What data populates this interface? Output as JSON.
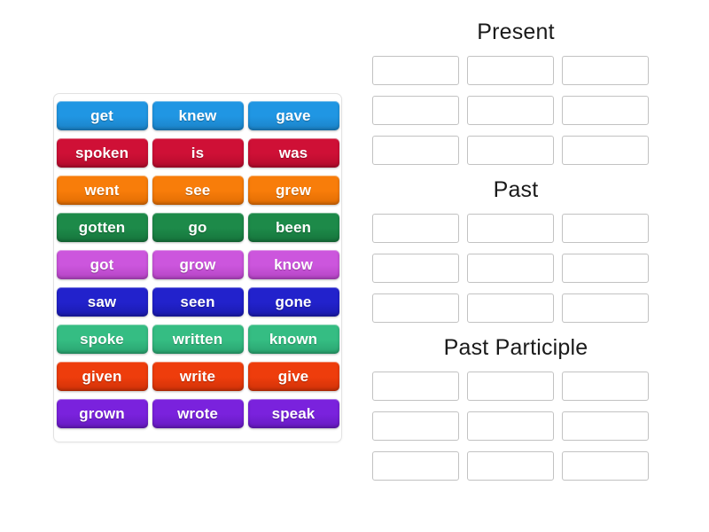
{
  "activity": {
    "type": "group-sort",
    "tile_panel": {
      "rows": [
        {
          "color": "#2096e3",
          "color_dark": "#1b82c6",
          "tiles": [
            "get",
            "knew",
            "gave"
          ]
        },
        {
          "color": "#cf1036",
          "color_dark": "#b30c2c",
          "tiles": [
            "spoken",
            "is",
            "was"
          ]
        },
        {
          "color": "#f87d0a",
          "color_dark": "#e06c03",
          "tiles": [
            "went",
            "see",
            "grew"
          ]
        },
        {
          "color": "#1d8a49",
          "color_dark": "#16743c",
          "tiles": [
            "gotten",
            "go",
            "been"
          ]
        },
        {
          "color": "#cc56dd",
          "color_dark": "#b444c4",
          "tiles": [
            "got",
            "grow",
            "know"
          ]
        },
        {
          "color": "#2222cc",
          "color_dark": "#1a1aad",
          "tiles": [
            "saw",
            "seen",
            "gone"
          ]
        },
        {
          "color": "#35bd83",
          "color_dark": "#2aa470",
          "tiles": [
            "spoke",
            "written",
            "known"
          ]
        },
        {
          "color": "#ee3d0c",
          "color_dark": "#d03208",
          "tiles": [
            "given",
            "write",
            "give"
          ]
        },
        {
          "color": "#7a22dd",
          "color_dark": "#661ac0",
          "tiles": [
            "grown",
            "wrote",
            "speak"
          ]
        }
      ]
    },
    "drop_zones": [
      {
        "title": "Present",
        "slots": [
          "",
          "",
          "",
          "",
          "",
          "",
          "",
          "",
          ""
        ]
      },
      {
        "title": "Past",
        "slots": [
          "",
          "",
          "",
          "",
          "",
          "",
          "",
          "",
          ""
        ]
      },
      {
        "title": "Past Participle",
        "slots": [
          "",
          "",
          "",
          "",
          "",
          "",
          "",
          "",
          ""
        ]
      }
    ]
  }
}
